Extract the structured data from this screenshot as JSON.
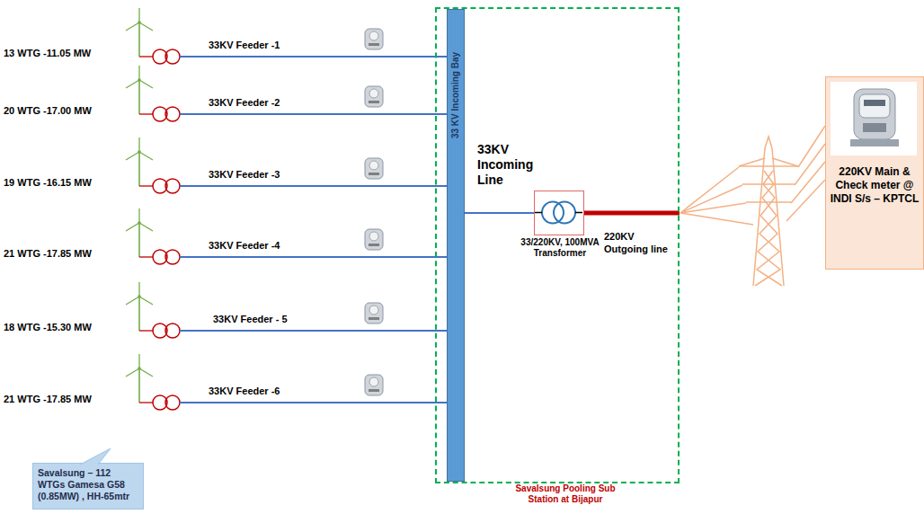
{
  "diagram": {
    "nodes": [
      {
        "text": [
          "Savalsung Pooling Sub Station at Bijapur"
        ]
      },
      {
        "text": [
          "33 KV Incoming Bay"
        ],
        "in": 0
      },
      {
        "text": [
          "33/220KV, 100MVA Transformer"
        ],
        "in": 0
      },
      {
        "text": [
          "220KV Main & Check meter @ INDI S/s – KPTCL"
        ]
      },
      {
        "text": [
          "Savalsung – 112 WTGs Gamesa G58 (0.85MW) , HH-65mtr"
        ]
      }
    ],
    "edges": [
      {
        "from": 1,
        "to": 2,
        "arrow": "none",
        "label": "33KV Incoming Line"
      }
    ],
    "labels": [
      "13 WTG -11.05 MW",
      "33KV Feeder -1",
      "20 WTG -17.00 MW",
      "33KV Feeder -2",
      "19 WTG -16.15 MW",
      "33KV Feeder -3",
      "21 WTG -17.85 MW",
      "33KV Feeder -4",
      "18 WTG -15.30 MW",
      "33KV Feeder - 5",
      "21 WTG -17.85 MW",
      "33KV Feeder -6",
      "220KV Outgoing line"
    ]
  }
}
